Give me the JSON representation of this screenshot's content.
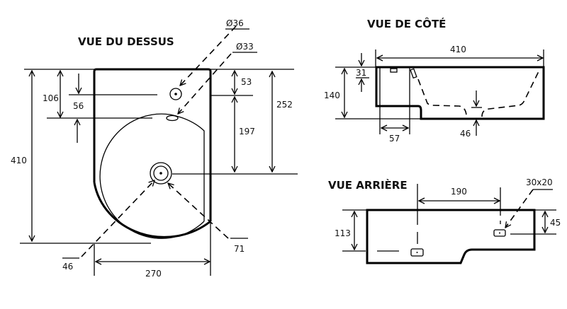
{
  "top_view": {
    "title": "VUE DU DESSUS",
    "dims": {
      "height_total": "410",
      "d106": "106",
      "d56": "56",
      "d53": "53",
      "d197": "197",
      "d252": "252",
      "width": "270",
      "tap_hole": "Ø36",
      "overflow": "Ø33",
      "d46": "46",
      "d71": "71"
    }
  },
  "side_view": {
    "title": "VUE DE CÔTÉ",
    "dims": {
      "length": "410",
      "height": "140",
      "d31": "31",
      "d57": "57",
      "d46": "46"
    }
  },
  "back_view": {
    "title": "VUE ARRIÈRE",
    "dims": {
      "height": "113",
      "spacing": "190",
      "hole_size": "30x20",
      "d45": "45"
    }
  }
}
